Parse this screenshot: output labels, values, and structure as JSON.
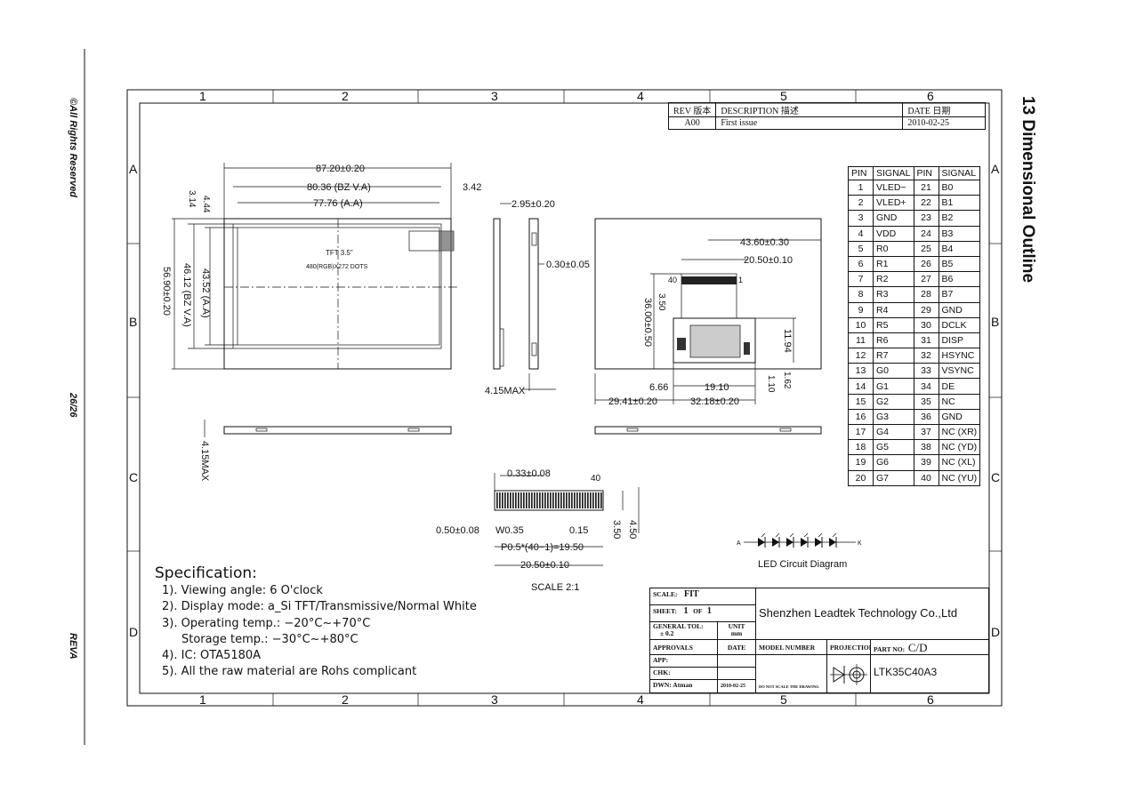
{
  "side_labels": {
    "copyright": "©All Rights Reserved",
    "page": "26/26",
    "revision": "REVA",
    "section_title": "13 Dimensional Outline"
  },
  "grid": {
    "columns": [
      "1",
      "2",
      "3",
      "4",
      "5",
      "6"
    ],
    "rows": [
      "A",
      "B",
      "C",
      "D"
    ]
  },
  "revision_table": {
    "headers": [
      "REV 版本",
      "DESCRIPTION 描述",
      "DATE 日期"
    ],
    "rows": [
      [
        "A00",
        "First issue",
        "2010-02-25"
      ]
    ]
  },
  "front_view": {
    "dims": {
      "width_total": "87.20±0.20",
      "width_bz": "80.36 (BZ V.A)",
      "width_aa": "77.76 (A.A)",
      "right_offset": "3.42",
      "left_offset_1": "3.14",
      "left_offset_2": "4.44",
      "height_total": "56.90±0.20",
      "height_bz": "46.12 (BZ V.A)",
      "height_aa": "43.52 (A.A)"
    },
    "center_text_1": "TFT 3.5\"",
    "center_text_2": "480(RGB)X272 DOTS"
  },
  "side_view": {
    "dims": {
      "thickness": "2.95±0.20",
      "gap": "0.30±0.05",
      "max": "4.15MAX"
    }
  },
  "bottom_view": {
    "dims": {
      "max": "4.15MAX"
    }
  },
  "back_view": {
    "dims": {
      "fpc_width_1": "43.60±0.30",
      "fpc_width_2": "20.50±0.10",
      "fpc_length": "36.00±0.50",
      "pin_first": "40",
      "pin_last": "1",
      "connector_offset": "3.50",
      "stiffener": "11.94",
      "offset_1": "6.66",
      "offset_2": "19.10",
      "offset_3": "1.10",
      "offset_4": "1.62",
      "offset_5": "29.41±0.20",
      "offset_6": "32.18±0.20"
    }
  },
  "fpc_detail": {
    "dims": {
      "thickness": "0.33±0.08",
      "pin_count": "40",
      "pad_1": "0.50±0.08",
      "pad_2": "W0.35",
      "pad_3": "0.15",
      "pitch": "P0.5*(40−1)=19.50",
      "width": "20.50±0.10",
      "length_1": "3.50",
      "length_2": "4.50"
    },
    "scale": "SCALE 2:1"
  },
  "led_diagram": {
    "label": "LED Circuit Diagram",
    "anode": "A",
    "cathode": "K"
  },
  "pin_table": {
    "headers": [
      "PIN",
      "SIGNAL",
      "PIN",
      "SIGNAL"
    ],
    "rows": [
      [
        "1",
        "VLED−",
        "21",
        "B0"
      ],
      [
        "2",
        "VLED+",
        "22",
        "B1"
      ],
      [
        "3",
        "GND",
        "23",
        "B2"
      ],
      [
        "4",
        "VDD",
        "24",
        "B3"
      ],
      [
        "5",
        "R0",
        "25",
        "B4"
      ],
      [
        "6",
        "R1",
        "26",
        "B5"
      ],
      [
        "7",
        "R2",
        "27",
        "B6"
      ],
      [
        "8",
        "R3",
        "28",
        "B7"
      ],
      [
        "9",
        "R4",
        "29",
        "GND"
      ],
      [
        "10",
        "R5",
        "30",
        "DCLK"
      ],
      [
        "11",
        "R6",
        "31",
        "DISP"
      ],
      [
        "12",
        "R7",
        "32",
        "HSYNC"
      ],
      [
        "13",
        "G0",
        "33",
        "VSYNC"
      ],
      [
        "14",
        "G1",
        "34",
        "DE"
      ],
      [
        "15",
        "G2",
        "35",
        "NC"
      ],
      [
        "16",
        "G3",
        "36",
        "GND"
      ],
      [
        "17",
        "G4",
        "37",
        "NC (XR)"
      ],
      [
        "18",
        "G5",
        "38",
        "NC (YD)"
      ],
      [
        "19",
        "G6",
        "39",
        "NC (XL)"
      ],
      [
        "20",
        "G7",
        "40",
        "NC (YU)"
      ]
    ]
  },
  "specification": {
    "heading": "Specification:",
    "items": [
      "1). Viewing angle: 6 O'clock",
      "2). Display mode: a_Si TFT/Transmissive/Normal White",
      "3). Operating temp.: −20°C~+70°C",
      "Storage temp.: −30°C~+80°C",
      "4). IC: OTA5180A",
      "5). All the raw material are Rohs complicant"
    ]
  },
  "title_block": {
    "scale_label": "SCALE:",
    "scale_value": "FIT",
    "sheet_label": "SHEET:",
    "sheet_value": "1",
    "of_label": "OF",
    "of_value": "1",
    "tol_label": "GENERAL TOL:",
    "tol_value": "± 0.2",
    "unit_label": "UNIT",
    "unit_value": "mm",
    "company": "Shenzhen Leadtek Technology Co.,Ltd",
    "approvals": "APPROVALS",
    "date": "DATE",
    "model_number": "MODEL NUMBER",
    "projection": "PROJECTION",
    "part_no_label": "PART NO:",
    "part_no_value": "C/D",
    "app": "APP:",
    "chk": "CHK:",
    "dwn": "DWN: Atman",
    "dwn_date": "2010-02-25",
    "do_not_scale": "DO NOT SCALE THE DRAWING",
    "model": "LTK35C40A3"
  }
}
